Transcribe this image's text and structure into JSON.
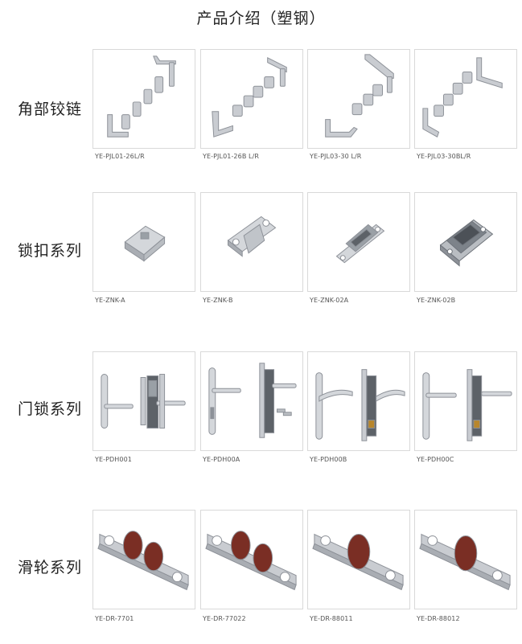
{
  "page": {
    "title": "产品介绍（塑钢）"
  },
  "sections": [
    {
      "label": "角部铰链",
      "products": [
        {
          "model": "YE-PJL01-26L/R",
          "icon": "corner-hinge-icon"
        },
        {
          "model": "YE-PJL01-26B L/R",
          "icon": "corner-hinge-icon"
        },
        {
          "model": "YE-PJL03-30 L/R",
          "icon": "corner-hinge-icon"
        },
        {
          "model": "YE-PJL03-30BL/R",
          "icon": "corner-hinge-icon"
        }
      ]
    },
    {
      "label": "锁扣系列",
      "products": [
        {
          "model": "YE-ZNK-A",
          "icon": "lock-keeper-icon"
        },
        {
          "model": "YE-ZNK-B",
          "icon": "lock-keeper-icon"
        },
        {
          "model": "YE-ZNK-02A",
          "icon": "lock-keeper-icon"
        },
        {
          "model": "YE-ZNK-02B",
          "icon": "lock-keeper-icon"
        }
      ]
    },
    {
      "label": "门锁系列",
      "products": [
        {
          "model": "YE-PDH001",
          "icon": "door-lock-handle-icon"
        },
        {
          "model": "YE-PDH00A",
          "icon": "door-lock-handle-icon"
        },
        {
          "model": "YE-PDH00B",
          "icon": "door-lock-handle-icon"
        },
        {
          "model": "YE-PDH00C",
          "icon": "door-lock-handle-icon"
        }
      ]
    },
    {
      "label": "滑轮系列",
      "products": [
        {
          "model": "YE-DR-7701",
          "icon": "sliding-roller-icon"
        },
        {
          "model": "YE-DR-77022",
          "icon": "sliding-roller-icon"
        },
        {
          "model": "YE-DR-88011",
          "icon": "sliding-roller-icon"
        },
        {
          "model": "YE-DR-88012",
          "icon": "sliding-roller-icon"
        }
      ]
    }
  ],
  "colors": {
    "metal": "#c9ccd1",
    "metal_dark": "#8d9198",
    "wheel": "#7a2e24",
    "card_border": "#d9d9d9"
  }
}
